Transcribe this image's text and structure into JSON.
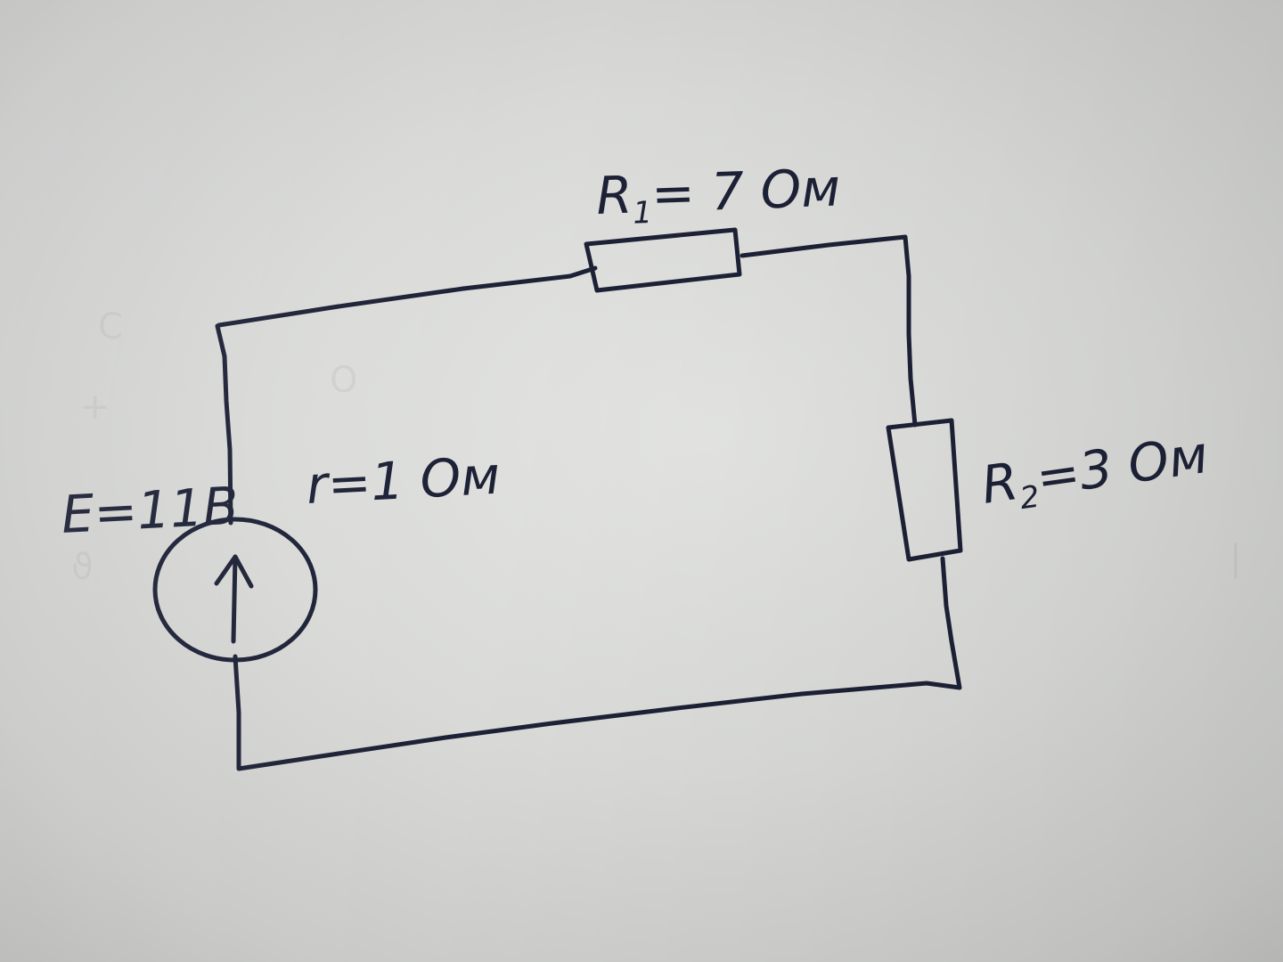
{
  "diagram": {
    "source": {
      "emf_label": "E=11В",
      "internal_resistance_label": "r=1 Ом",
      "arrow_direction": "up"
    },
    "resistors": [
      {
        "name": "R",
        "index": "1",
        "value_text": "= 7 Ом"
      },
      {
        "name": "R",
        "index": "2",
        "value_text": "=3 Ом"
      }
    ],
    "colors": {
      "ink": "#1d2136",
      "paper": "#dcdddb"
    }
  }
}
